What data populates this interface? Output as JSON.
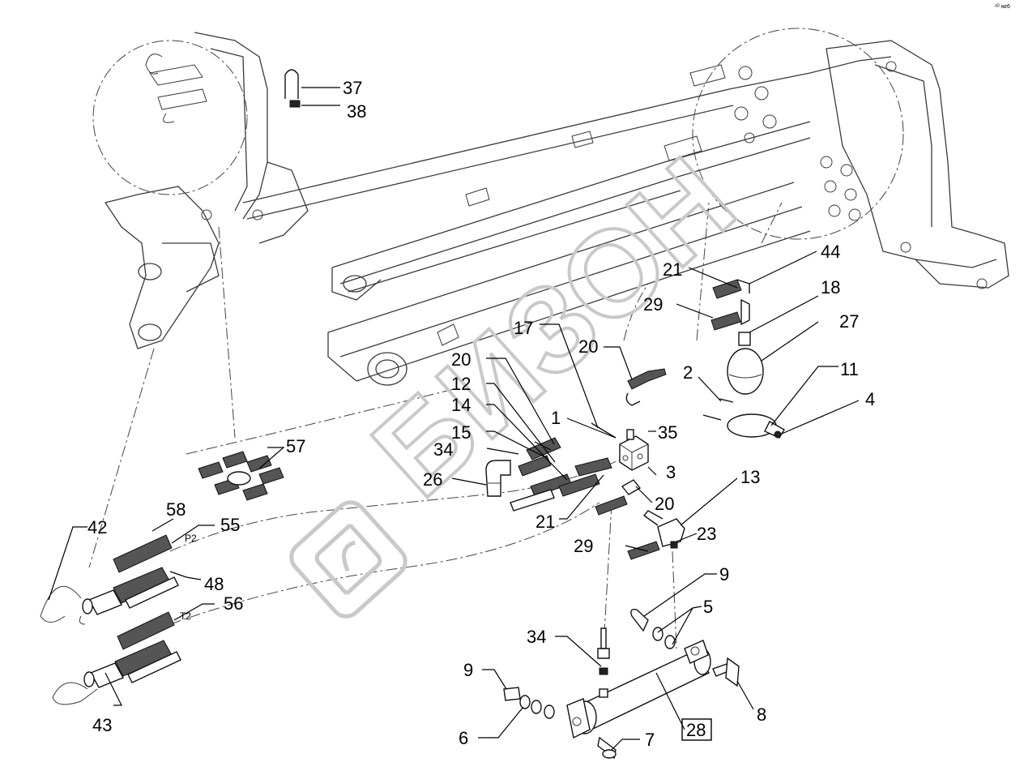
{
  "corner_code": "ᵒᴰ ɴᴇ6",
  "watermark": "БИЗОН",
  "callouts": {
    "c37": "37",
    "c38": "38",
    "c44": "44",
    "c21a": "21",
    "c18": "18",
    "c29a": "29",
    "c27": "27",
    "c17": "17",
    "c20a": "20",
    "c20b": "20",
    "c2": "2",
    "c11": "11",
    "c4": "4",
    "c12": "12",
    "c14": "14",
    "c1": "1",
    "c35": "35",
    "c15": "15",
    "c57": "57",
    "c34a": "34",
    "c3": "3",
    "c26": "26",
    "c20c": "20",
    "c13": "13",
    "c58": "58",
    "c55": "55",
    "c21b": "21",
    "c23": "23",
    "c42": "42",
    "c29b": "29",
    "c48": "48",
    "c9a": "9",
    "c56": "56",
    "c5": "5",
    "c34b": "34",
    "c9b": "9",
    "c8": "8",
    "c43": "43",
    "c6": "6",
    "c7": "7",
    "c28": "28"
  },
  "port_labels": {
    "p2": "P2",
    "t2": "T2"
  }
}
